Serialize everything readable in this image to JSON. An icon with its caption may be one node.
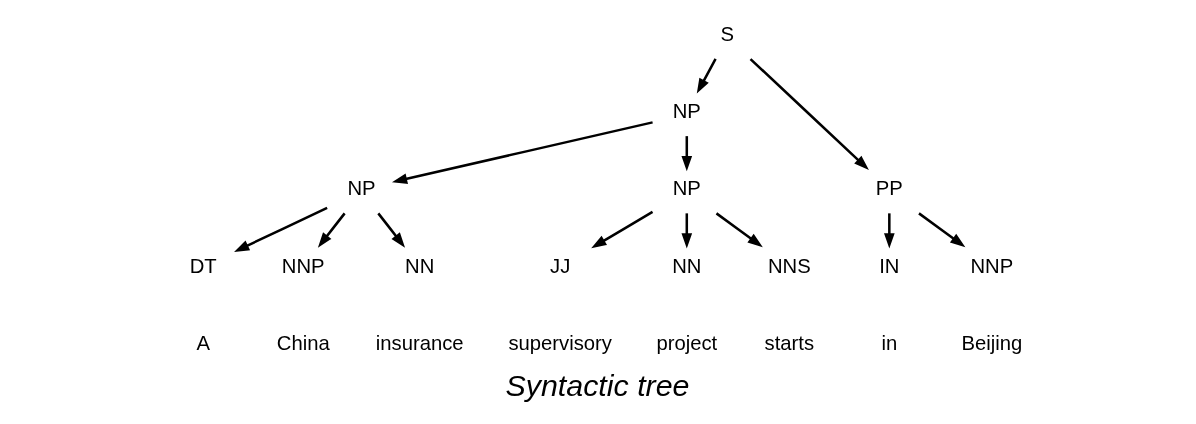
{
  "diagram": {
    "caption": "Syntactic tree",
    "nodes": [
      {
        "text": [
          "S"
        ]
      },
      {
        "text": [
          "NP"
        ]
      },
      {
        "text": [
          "NP"
        ]
      },
      {
        "text": [
          "NP"
        ]
      },
      {
        "text": [
          "PP"
        ]
      },
      {
        "text": [
          "DT"
        ]
      },
      {
        "text": [
          "NNP"
        ]
      },
      {
        "text": [
          "NN"
        ]
      },
      {
        "text": [
          "JJ"
        ]
      },
      {
        "text": [
          "NN"
        ]
      },
      {
        "text": [
          "NNS"
        ]
      },
      {
        "text": [
          "IN"
        ]
      },
      {
        "text": [
          "NNP"
        ]
      }
    ],
    "edges": [
      {
        "from": 0,
        "to": 1,
        "arrow": "to"
      },
      {
        "from": 0,
        "to": 4,
        "arrow": "to"
      },
      {
        "from": 1,
        "to": 2,
        "arrow": "to"
      },
      {
        "from": 1,
        "to": 3,
        "arrow": "to"
      },
      {
        "from": 2,
        "to": 5,
        "arrow": "to"
      },
      {
        "from": 2,
        "to": 6,
        "arrow": "to"
      },
      {
        "from": 2,
        "to": 7,
        "arrow": "to"
      },
      {
        "from": 3,
        "to": 8,
        "arrow": "to"
      },
      {
        "from": 3,
        "to": 9,
        "arrow": "to"
      },
      {
        "from": 3,
        "to": 10,
        "arrow": "to"
      },
      {
        "from": 4,
        "to": 11,
        "arrow": "to"
      },
      {
        "from": 4,
        "to": 12,
        "arrow": "to"
      }
    ],
    "labels": [
      "A",
      "China",
      "insurance",
      "supervisory",
      "project",
      "starts",
      "in",
      "Beijing"
    ]
  }
}
